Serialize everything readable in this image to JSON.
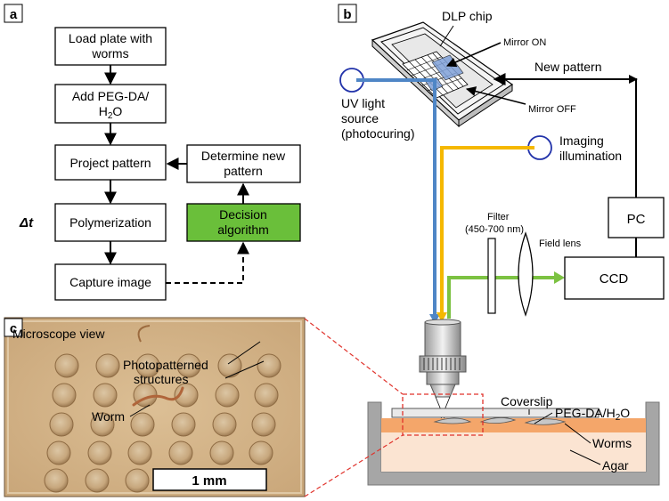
{
  "panels": {
    "a": "a",
    "b": "b",
    "c": "c"
  },
  "flowchart": {
    "load_plate": [
      "Load plate with",
      "worms"
    ],
    "add_pegda_line1": "Add PEG-DA/",
    "add_pegda_h": "H",
    "add_pegda_sub": "2",
    "add_pegda_o": "O",
    "project_pattern": "Project pattern",
    "delta_t": "Δt",
    "polymerization": "Polymerization",
    "capture_image": "Capture image",
    "determine_new_pattern": [
      "Determine new",
      "pattern"
    ],
    "decision_algorithm": [
      "Decision",
      "algorithm"
    ]
  },
  "setup": {
    "dlp_chip": "DLP chip",
    "mirror_on": "Mirror ON",
    "mirror_off": "Mirror OFF",
    "new_pattern": "New pattern",
    "uv_source": [
      "UV light",
      "source",
      "(photocuring)"
    ],
    "imaging_illumination": [
      "Imaging",
      "illumination"
    ],
    "filter": [
      "Filter",
      "(450-700 nm)"
    ],
    "field_lens": "Field lens",
    "pc": "PC",
    "ccd": "CCD",
    "coverslip": "Coverslip",
    "pegda_h2o_main": "PEG-DA/H",
    "pegda_h2o_sub": "2",
    "pegda_h2o_o": "O",
    "worms": "Worms",
    "agar": "Agar"
  },
  "microscope_view": {
    "title": "Microscope view",
    "photopatterned": [
      "Photopatterned",
      "structures"
    ],
    "worm": "Worm",
    "scale_bar": "1 mm"
  },
  "colors": {
    "uv_beam": "#4f86c6",
    "illumination_beam": "#f5b800",
    "imaging_beam": "#7cc242",
    "decision_fill": "#6abf3a",
    "agar": "#fbe4d2",
    "pegda": "#f4a66a",
    "dish": "#a6a6a6",
    "mirror_grid_on": "#7fa0d8",
    "highlight_box": "#e0322b"
  }
}
